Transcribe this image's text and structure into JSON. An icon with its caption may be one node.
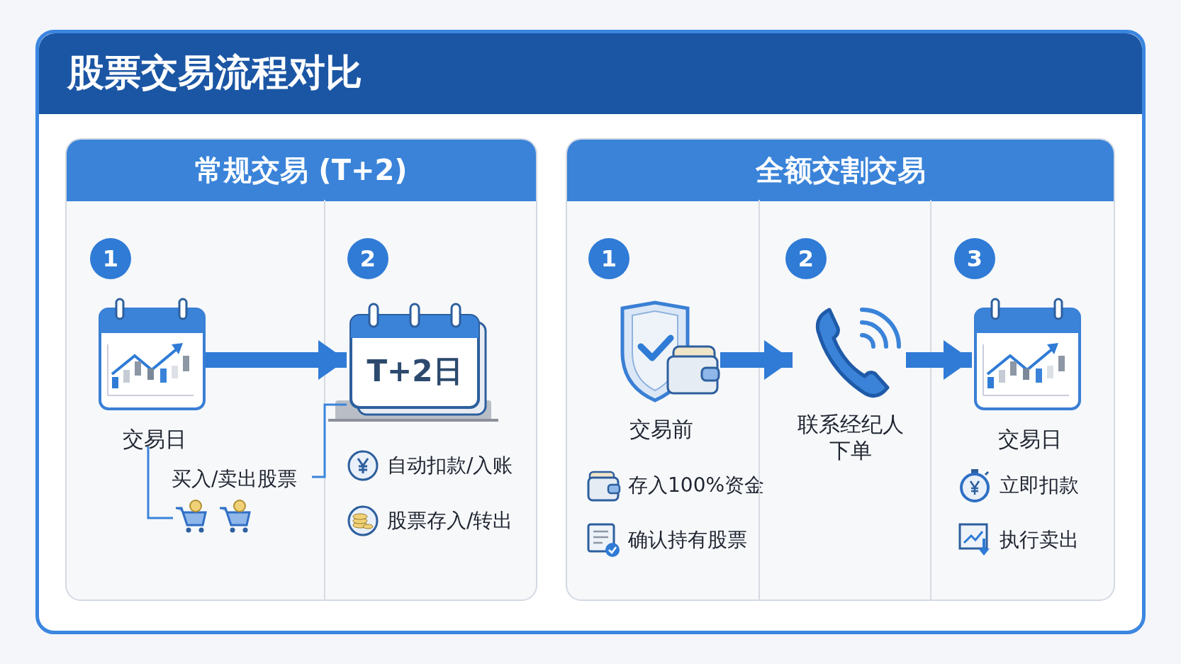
{
  "diagram": {
    "title": "股票交易流程对比",
    "nodes": [
      {
        "text": [
          "常规交易 (T+2)"
        ]
      },
      {
        "text": [
          "1"
        ],
        "in": 0
      },
      {
        "text": [],
        "shape": "picture",
        "in": 0,
        "beside": [
          "交易日"
        ]
      },
      {
        "text": [
          "2"
        ],
        "in": 0
      },
      {
        "text": [
          "T+2日"
        ],
        "in": 0
      },
      {
        "text": [
          "买入/卖出股票"
        ],
        "in": 0
      },
      {
        "text": [],
        "shape": "picture",
        "in": 0
      },
      {
        "text": [
          "自动扣款/入账"
        ],
        "in": 0
      },
      {
        "text": [
          "股票存入/转出"
        ],
        "in": 0
      },
      {
        "text": [
          "全额交割交易"
        ]
      },
      {
        "text": [
          "1"
        ],
        "in": 9
      },
      {
        "text": [],
        "shape": "picture",
        "in": 9,
        "beside": [
          "交易前"
        ]
      },
      {
        "text": [
          "2"
        ],
        "in": 9
      },
      {
        "text": [],
        "shape": "picture",
        "in": 9,
        "beside": [
          "联系经纪人下单"
        ]
      },
      {
        "text": [
          "3"
        ],
        "in": 9
      },
      {
        "text": [],
        "shape": "picture",
        "in": 9,
        "beside": [
          "交易日"
        ]
      },
      {
        "text": [
          "存入100%资金"
        ],
        "in": 9
      },
      {
        "text": [
          "确认持有股票"
        ],
        "in": 9
      },
      {
        "text": [
          "立即扣款"
        ],
        "in": 9
      },
      {
        "text": [
          "执行卖出"
        ],
        "in": 9
      }
    ],
    "edges": [
      {
        "from": 2,
        "to": 4,
        "arrow": "to"
      },
      {
        "from": 11,
        "to": 13,
        "arrow": "to"
      },
      {
        "from": 13,
        "to": 15,
        "arrow": "to"
      },
      {
        "from": 2,
        "to": 6,
        "arrow": "none"
      },
      {
        "from": 5,
        "to": 4,
        "arrow": "none"
      }
    ]
  }
}
